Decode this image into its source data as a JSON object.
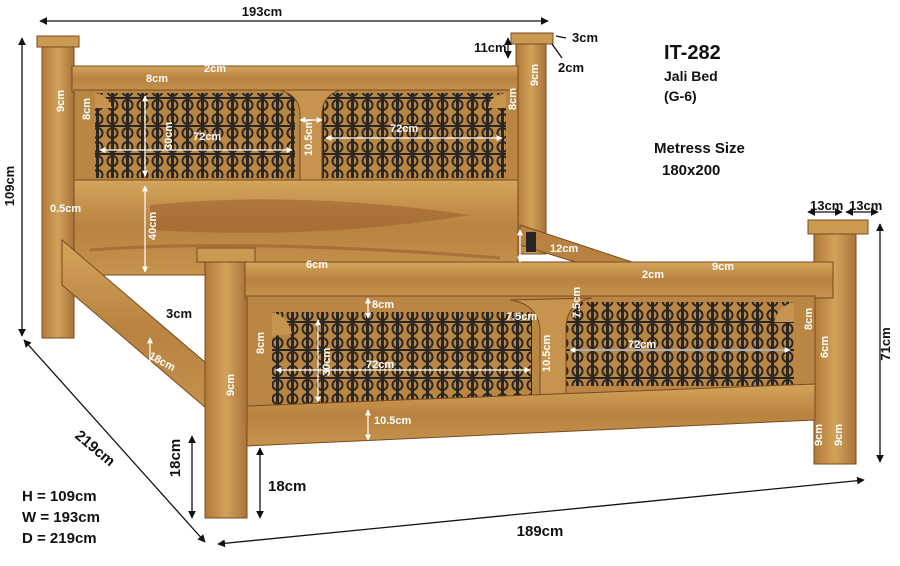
{
  "product": {
    "code": "IT-282",
    "name": "Jali Bed",
    "variant": "(G-6)",
    "mattress_label": "Metress Size",
    "mattress_size": "180x200"
  },
  "overall": {
    "height": "H = 109cm",
    "width": "W = 193cm",
    "depth": "D = 219cm"
  },
  "dimensions": {
    "head_width": "193cm",
    "head_height": "109cm",
    "length": "219cm",
    "foot_width": "189cm",
    "foot_height": "71cm",
    "leg_clearance": "18cm",
    "leg_clearance_front": "18cm",
    "head_post_cap": "11cm",
    "post_cap_a": "3cm",
    "post_cap_b": "2cm",
    "head_top_rail": "8cm",
    "head_top_gap": "2cm",
    "head_stile_left": "9cm",
    "head_stile_right": "9cm",
    "head_frame_left": "8cm",
    "head_frame_right": "8cm",
    "head_panel_left": "72cm",
    "head_panel_right": "72cm",
    "head_panel_height": "30cm",
    "head_center_post": "10.5cm",
    "head_lower_board": "40cm",
    "head_board_gap": "0.5cm",
    "side_rail_height": "12cm",
    "foot_post_a": "13cm",
    "foot_post_b": "13cm",
    "slat": "6cm",
    "side_rail_inner": "2cm",
    "foot_gap": "9cm",
    "side_rail": "18cm",
    "side_rail_thick": "3cm",
    "foot_top_rail": "8cm",
    "foot_arch_left": "7.5cm",
    "foot_arch_right": "7.5cm",
    "foot_frame_left": "8cm",
    "foot_frame_right": "8cm",
    "foot_frame_mid": "6cm",
    "foot_panel_left": "72cm",
    "foot_panel_right": "72cm",
    "foot_panel_height": "30cm",
    "foot_center_post": "10.5cm",
    "foot_bottom_rail": "10.5cm",
    "foot_post_front": "9cm",
    "foot_leg_a": "9cm",
    "foot_leg_b": "9cm"
  },
  "colors": {
    "wood_light": "#c99a52",
    "wood_mid": "#b07a38",
    "wood_dark": "#7a4a1f",
    "iron": "#2a2624",
    "dimension_line": "#111111",
    "label_on_wood": "#ffffff"
  }
}
